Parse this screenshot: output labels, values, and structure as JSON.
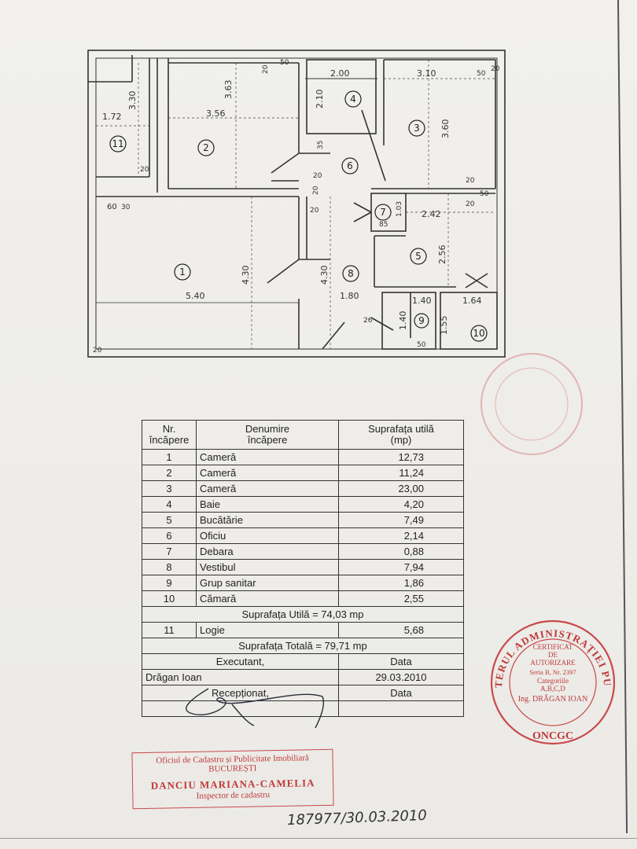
{
  "plan": {
    "dimensions": [
      "1.72",
      "3.30",
      "3.56",
      "3.63",
      "2.00",
      "2.10",
      "3.10",
      "3.60",
      "4.30",
      "4.30",
      "5.40",
      "2.42",
      "2.56",
      "1.03",
      "1.80",
      "1.40",
      "1.40",
      "1.64",
      "1.55",
      "50",
      "50",
      "50",
      "50",
      "35",
      "20",
      "20",
      "20",
      "20",
      "20",
      "20",
      "20",
      "20",
      "60",
      "30",
      "85",
      "26",
      "20"
    ],
    "room_numbers": [
      "1",
      "2",
      "3",
      "4",
      "5",
      "6",
      "7",
      "8",
      "9",
      "10",
      "11"
    ]
  },
  "table": {
    "headers": [
      "Nr.\nîncăpere",
      "Denumire\nîncăpere",
      "Suprafața utilă\n(mp)"
    ],
    "rows": [
      {
        "nr": "1",
        "name": "Cameră",
        "area": "12,73"
      },
      {
        "nr": "2",
        "name": "Cameră",
        "area": "11,24"
      },
      {
        "nr": "3",
        "name": "Cameră",
        "area": "23,00"
      },
      {
        "nr": "4",
        "name": "Baie",
        "area": "4,20"
      },
      {
        "nr": "5",
        "name": "Bucătărie",
        "area": "7,49"
      },
      {
        "nr": "6",
        "name": "Oficiu",
        "area": "2,14"
      },
      {
        "nr": "7",
        "name": "Debara",
        "area": "0,88"
      },
      {
        "nr": "8",
        "name": "Vestibul",
        "area": "7,94"
      },
      {
        "nr": "9",
        "name": "Grup sanitar",
        "area": "1,86"
      },
      {
        "nr": "10",
        "name": "Cămară",
        "area": "2,55"
      }
    ],
    "util_total": "Suprafața Utilă = 74,03 mp",
    "extra_row": {
      "nr": "11",
      "name": "Logie",
      "area": "5,68"
    },
    "grand_total": "Suprafața Totală = 79,71 mp",
    "executant_label": "Executant,",
    "data_label": "Data",
    "executant_name": "Drăgan Ioan",
    "executant_date": "29.03.2010",
    "receptionat_label": "Recepționat,",
    "data_label_2": "Data"
  },
  "stamps": {
    "ocpi_line1": "Oficiul de Cadastru și Publicitate Imobiliară",
    "ocpi_line2": "BUCUREȘTI",
    "ocpi_line3": "DANCIU MARIANA-CAMELIA",
    "ocpi_line4": "Inspector de cadastru",
    "ministry_ring": "MINISTERUL ADMINISTRAȚIEI PUBLICE",
    "ministry_bottom": "ONCGC",
    "ministry_lines": [
      "CERTIFICAT",
      "DE",
      "AUTORIZARE",
      "Seria B, Nr. 2397",
      "Categoriile",
      "A,B,C,D",
      "Ing. DRĂGAN IOAN"
    ],
    "colors": {
      "red": "#c9494b",
      "ink": "#333333"
    }
  },
  "handwritten_number": "187977/30.03.2010"
}
